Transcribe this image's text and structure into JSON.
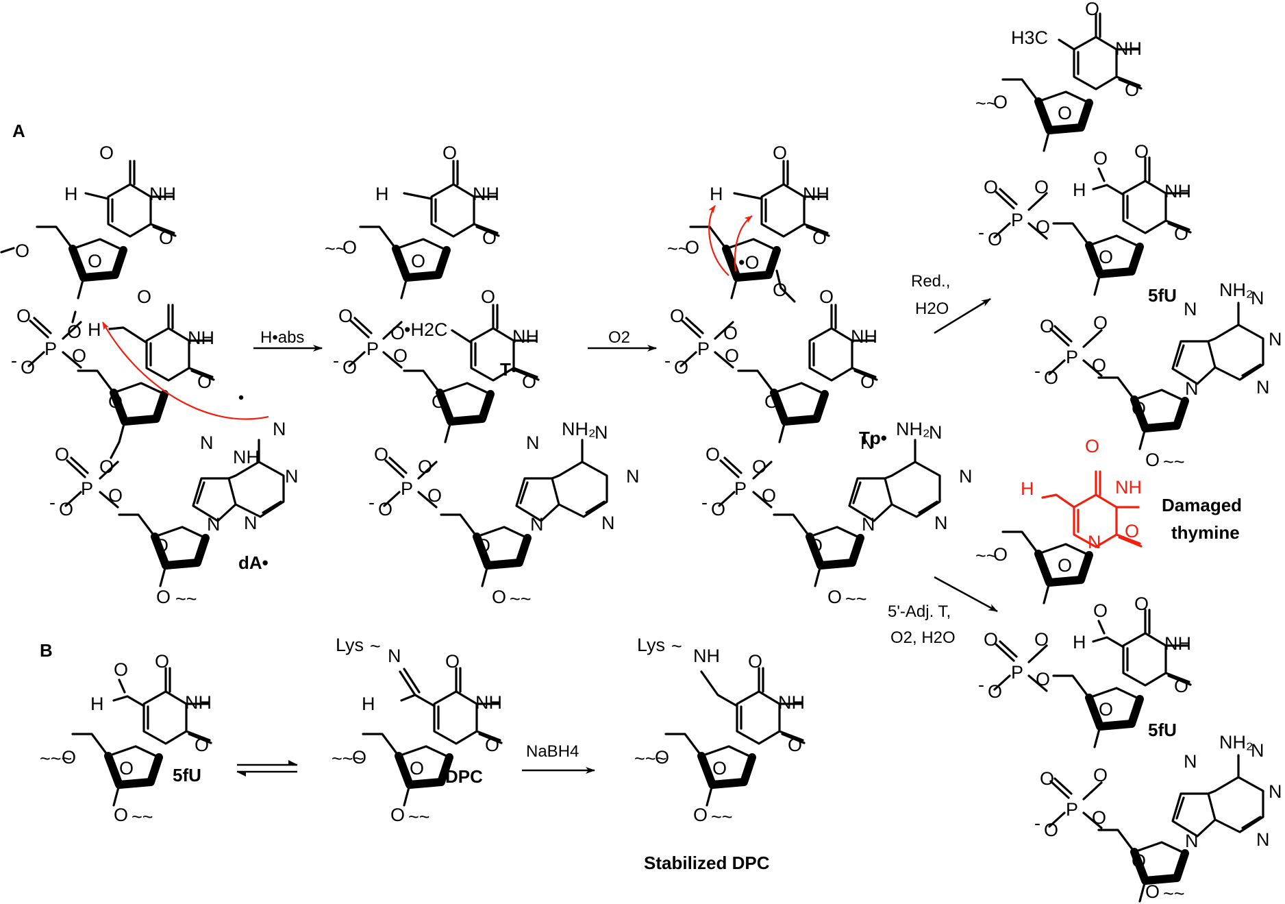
{
  "panels": {
    "a": "A",
    "b": "B"
  },
  "compounds": {
    "dA_radical": "dA•",
    "T_radical": "T•",
    "Tp_radical": "Tp•",
    "fU_top": "5fU",
    "fU_bottom": "5fU",
    "fU_b": "5fU",
    "dpc": "DPC",
    "stabilized_dpc": "Stabilized DPC",
    "damaged_thymine_line1": "Damaged",
    "damaged_thymine_line2": "thymine"
  },
  "conditions": {
    "h_abs": "H•abs",
    "o2": "O2",
    "red_line1": "Red.,",
    "red_line2": "H2O",
    "adj_line1": "5'-Adj. T,",
    "adj_line2": "O2, H2O",
    "nabh4": "NaBH4"
  },
  "atoms": {
    "O": "O",
    "NH": "NH",
    "N": "N",
    "H": "H",
    "P": "P",
    "minus": "-",
    "NH2": "NH2",
    "H3C": "H3C",
    "H2C_radical": "•H2C",
    "Lys": "Lys",
    "O_radical": "•O"
  },
  "colors": {
    "ink": "#000000",
    "highlight": "#f21f0f"
  }
}
